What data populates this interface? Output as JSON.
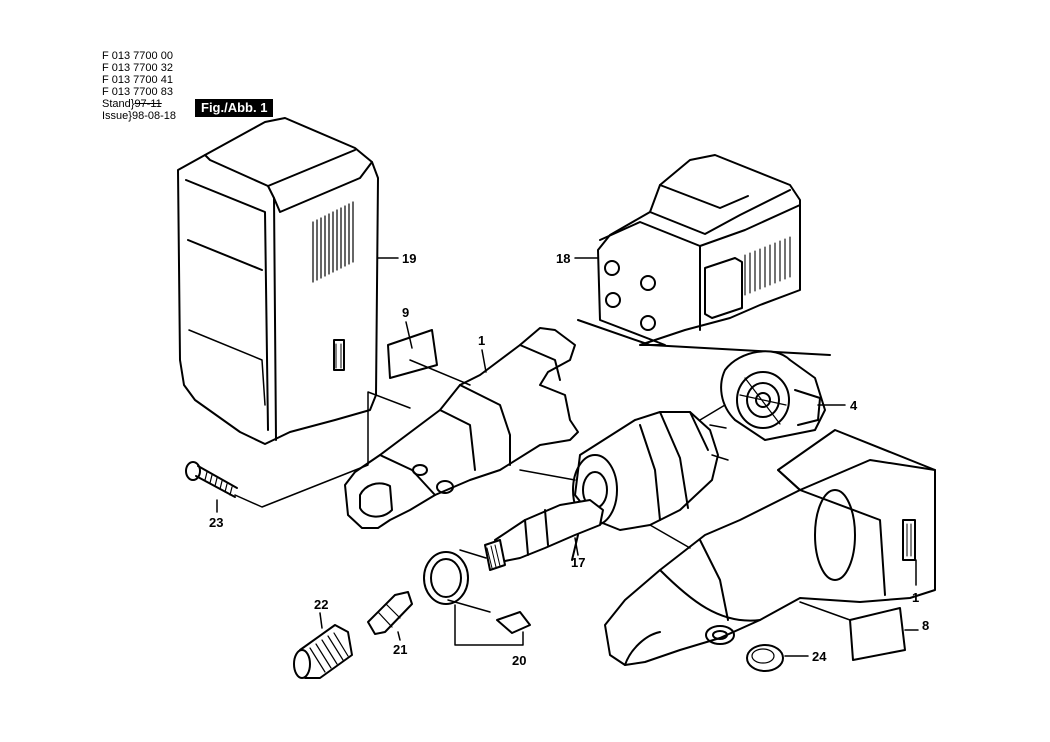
{
  "header": {
    "part_numbers": [
      "F 013 7700 00",
      "F 013 7700 32",
      "F 013 7700 41",
      "F 013 7700 83"
    ],
    "stand_label": "Stand",
    "stand_value": "97-11",
    "issue_label": "Issue",
    "issue_value": "98-08-18",
    "brace": "}",
    "figure": "Fig./Abb. 1"
  },
  "callouts": {
    "c19": "19",
    "c18": "18",
    "c9": "9",
    "c1a": "1",
    "c4": "4",
    "c23": "23",
    "c17": "17",
    "c22": "22",
    "c21": "21",
    "c20": "20",
    "c1b": "1",
    "c8": "8",
    "c24": "24"
  }
}
